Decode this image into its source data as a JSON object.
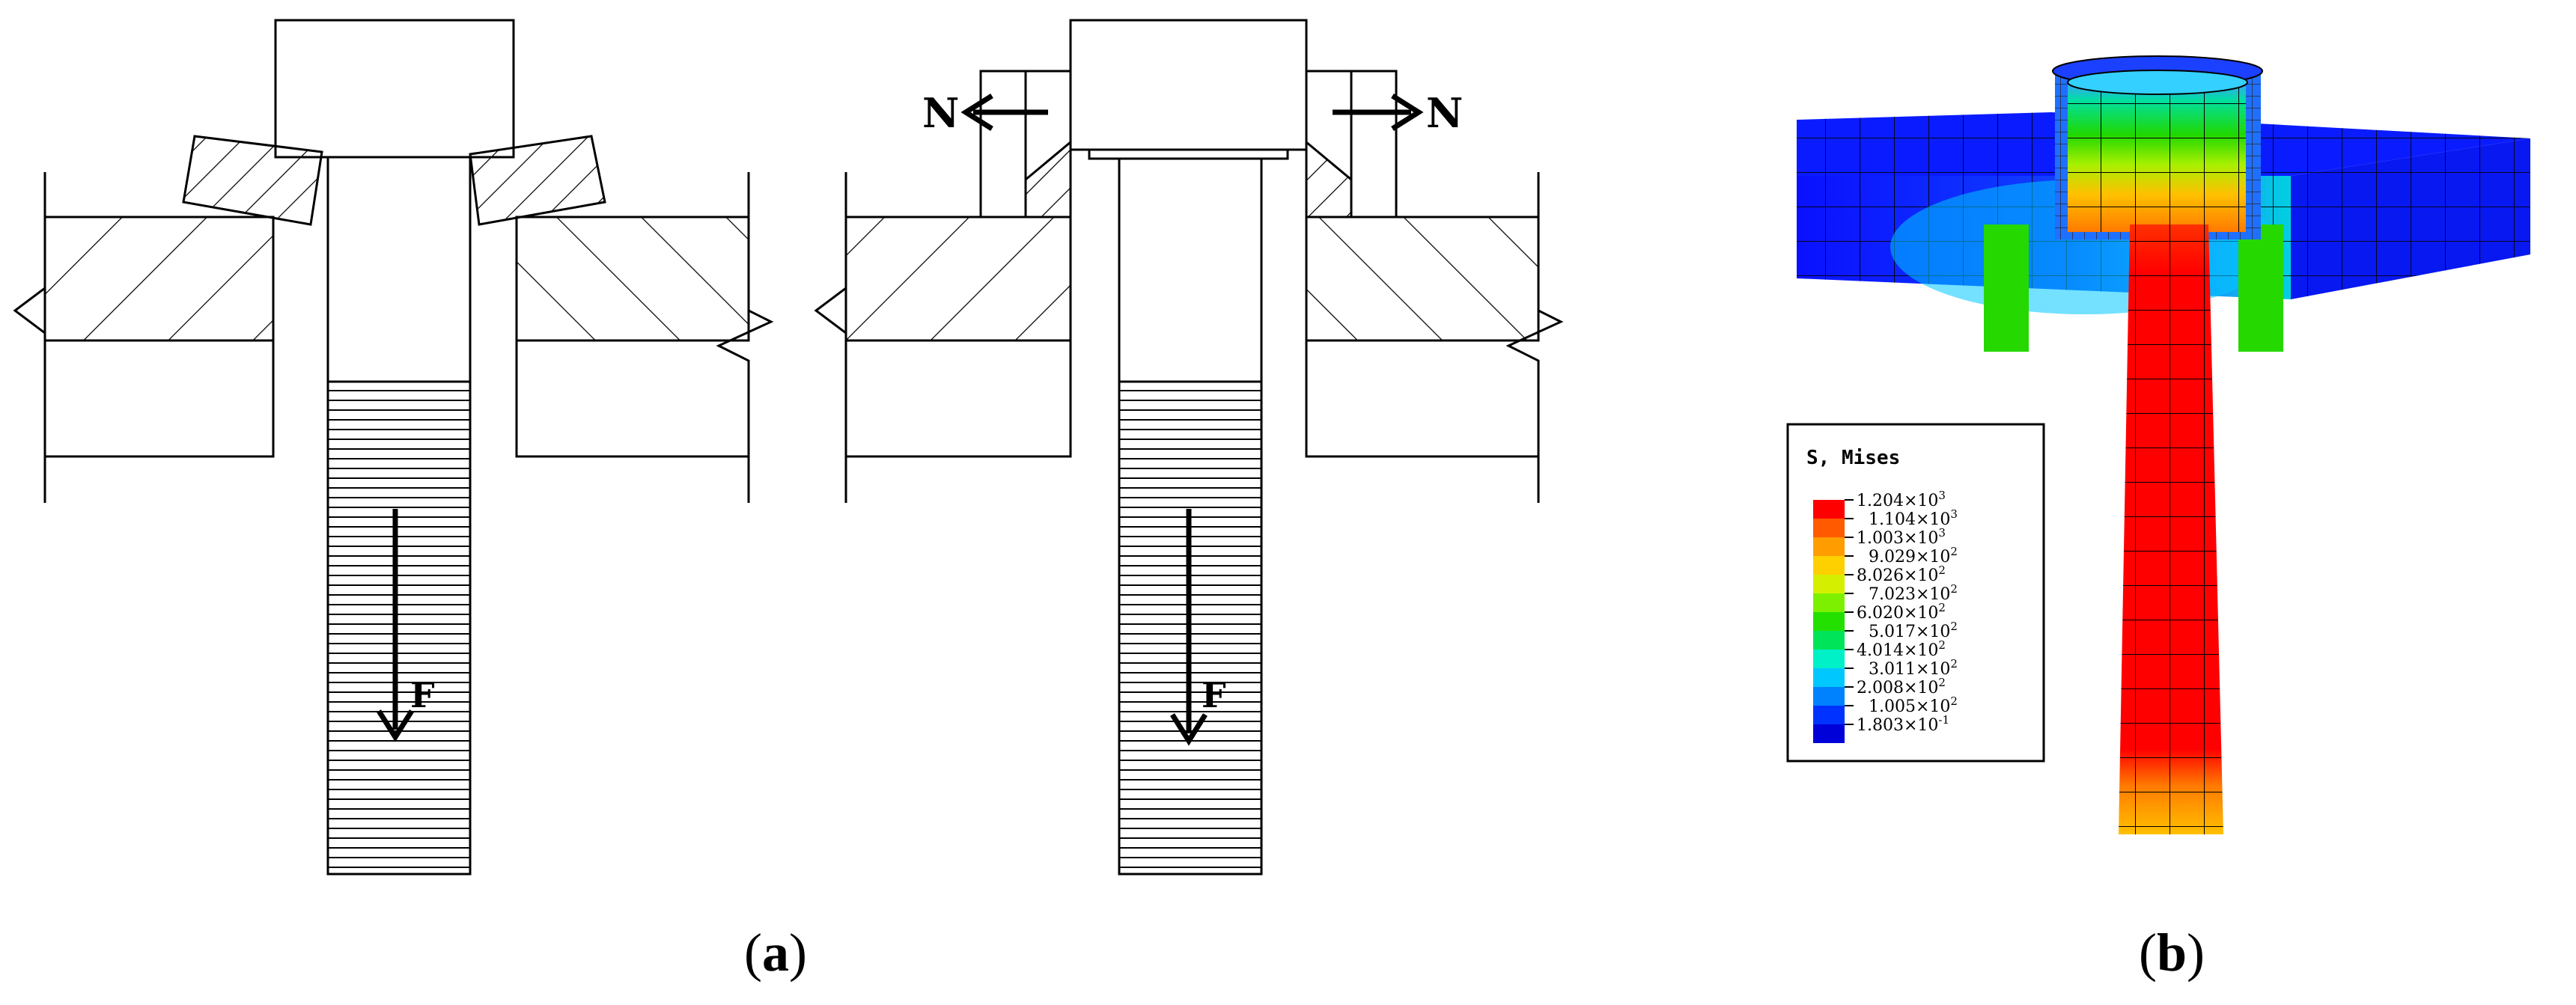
{
  "panel_a": {
    "caption_label": "a",
    "force_label": "F",
    "reaction_left": "N",
    "reaction_right": "N"
  },
  "panel_b": {
    "caption_label": "b",
    "legend_title": "S, Mises",
    "legend_levels": [
      {
        "value": "1.204×10",
        "exp": "3",
        "color": "#ff0000"
      },
      {
        "value": "1.104×10",
        "exp": "3",
        "color": "#ff5a00"
      },
      {
        "value": "1.003×10",
        "exp": "3",
        "color": "#ff9d00"
      },
      {
        "value": "9.029×10",
        "exp": "2",
        "color": "#ffd000"
      },
      {
        "value": "8.026×10",
        "exp": "2",
        "color": "#d4f000"
      },
      {
        "value": "7.023×10",
        "exp": "2",
        "color": "#7cf000"
      },
      {
        "value": "6.020×10",
        "exp": "2",
        "color": "#23e000"
      },
      {
        "value": "5.017×10",
        "exp": "2",
        "color": "#00e45a"
      },
      {
        "value": "4.014×10",
        "exp": "2",
        "color": "#00f0c8"
      },
      {
        "value": "3.011×10",
        "exp": "2",
        "color": "#00c8ff"
      },
      {
        "value": "2.008×10",
        "exp": "2",
        "color": "#0082ff"
      },
      {
        "value": "1.005×10",
        "exp": "2",
        "color": "#0032ff"
      },
      {
        "value": "1.803×10",
        "exp": "-1",
        "color": "#0000d8"
      }
    ]
  }
}
